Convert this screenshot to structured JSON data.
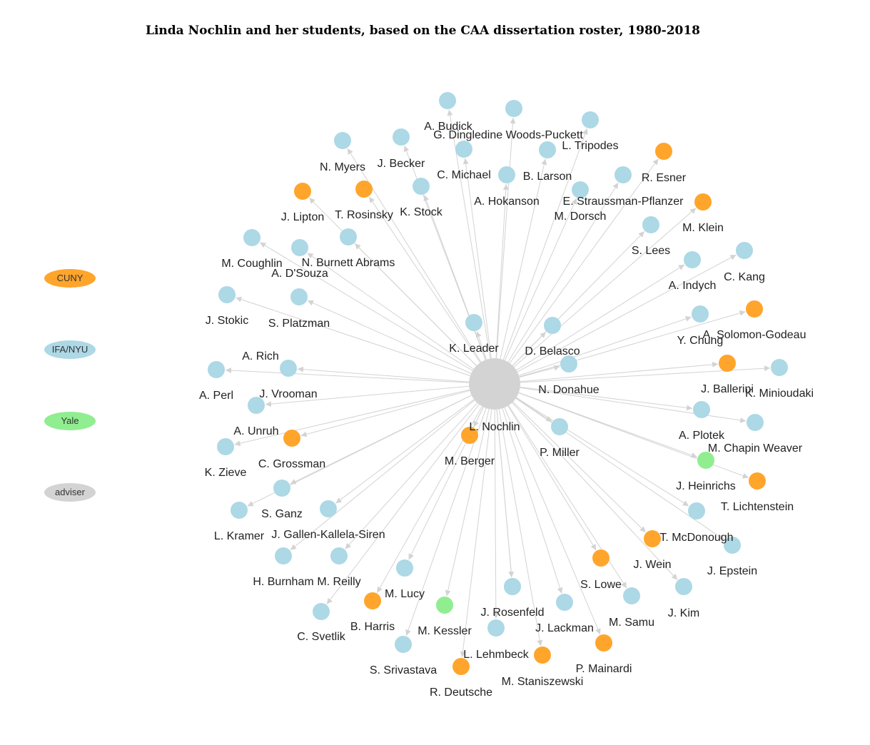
{
  "title": "Linda Nochlin and her students, based on the CAA dissertation roster, 1980-2018",
  "colors": {
    "CUNY": "#ffa52c",
    "IFA/NYU": "#add8e6",
    "Yale": "#90ee90",
    "adviser": "#d3d3d3",
    "edge": "#d3d3d3"
  },
  "legend": [
    {
      "label": "CUNY",
      "group": "CUNY"
    },
    {
      "label": "IFA/NYU",
      "group": "IFA/NYU"
    },
    {
      "label": "Yale",
      "group": "Yale"
    },
    {
      "label": "adviser",
      "group": "adviser"
    }
  ],
  "adviser": {
    "label": "L. Nochlin",
    "group": "adviser"
  },
  "students": [
    {
      "label": "A. Budick",
      "group": "IFA/NYU"
    },
    {
      "label": "G. Dingledine Woods-Puckett",
      "group": "IFA/NYU"
    },
    {
      "label": "L. Tripodes",
      "group": "IFA/NYU"
    },
    {
      "label": "N. Myers",
      "group": "IFA/NYU"
    },
    {
      "label": "J. Becker",
      "group": "IFA/NYU"
    },
    {
      "label": "C. Michael",
      "group": "IFA/NYU"
    },
    {
      "label": "B. Larson",
      "group": "IFA/NYU"
    },
    {
      "label": "A. Hokanson",
      "group": "IFA/NYU"
    },
    {
      "label": "E. Straussman-Pflanzer",
      "group": "IFA/NYU"
    },
    {
      "label": "M. Dorsch",
      "group": "IFA/NYU"
    },
    {
      "label": "R. Esner",
      "group": "CUNY"
    },
    {
      "label": "J. Lipton",
      "group": "CUNY"
    },
    {
      "label": "T. Rosinsky",
      "group": "CUNY"
    },
    {
      "label": "K. Stock",
      "group": "IFA/NYU"
    },
    {
      "label": "M. Klein",
      "group": "CUNY"
    },
    {
      "label": "S. Lees",
      "group": "IFA/NYU"
    },
    {
      "label": "M. Coughlin",
      "group": "IFA/NYU"
    },
    {
      "label": "A. D'Souza",
      "group": "IFA/NYU"
    },
    {
      "label": "N. Burnett Abrams",
      "group": "IFA/NYU"
    },
    {
      "label": "A. Indych",
      "group": "IFA/NYU"
    },
    {
      "label": "C. Kang",
      "group": "IFA/NYU"
    },
    {
      "label": "J. Stokic",
      "group": "IFA/NYU"
    },
    {
      "label": "S. Platzman",
      "group": "IFA/NYU"
    },
    {
      "label": "K. Leader",
      "group": "IFA/NYU"
    },
    {
      "label": "D. Belasco",
      "group": "IFA/NYU"
    },
    {
      "label": "Y. Chung",
      "group": "IFA/NYU"
    },
    {
      "label": "A. Solomon-Godeau",
      "group": "CUNY"
    },
    {
      "label": "A. Rich",
      "group": "IFA/NYU"
    },
    {
      "label": "A. Perl",
      "group": "IFA/NYU"
    },
    {
      "label": "J. Vrooman",
      "group": "IFA/NYU"
    },
    {
      "label": "N. Donahue",
      "group": "IFA/NYU"
    },
    {
      "label": "J. Ballerini",
      "group": "CUNY"
    },
    {
      "label": "K. Minioudaki",
      "group": "IFA/NYU"
    },
    {
      "label": "A. Unruh",
      "group": "IFA/NYU"
    },
    {
      "label": "C. Grossman",
      "group": "CUNY"
    },
    {
      "label": "K. Zieve",
      "group": "IFA/NYU"
    },
    {
      "label": "M. Berger",
      "group": "CUNY"
    },
    {
      "label": "P. Miller",
      "group": "IFA/NYU"
    },
    {
      "label": "A. Plotek",
      "group": "IFA/NYU"
    },
    {
      "label": "M. Chapin Weaver",
      "group": "IFA/NYU"
    },
    {
      "label": "J. Heinrichs",
      "group": "Yale"
    },
    {
      "label": "T. Lichtenstein",
      "group": "CUNY"
    },
    {
      "label": "S. Ganz",
      "group": "IFA/NYU"
    },
    {
      "label": "L. Kramer",
      "group": "IFA/NYU"
    },
    {
      "label": "J. Gallen-Kallela-Siren",
      "group": "IFA/NYU"
    },
    {
      "label": "T. McDonough",
      "group": "IFA/NYU"
    },
    {
      "label": "J. Epstein",
      "group": "IFA/NYU"
    },
    {
      "label": "J. Wein",
      "group": "CUNY"
    },
    {
      "label": "H. Burnham",
      "group": "IFA/NYU"
    },
    {
      "label": "M. Reilly",
      "group": "IFA/NYU"
    },
    {
      "label": "S. Lowe",
      "group": "CUNY"
    },
    {
      "label": "J. Kim",
      "group": "IFA/NYU"
    },
    {
      "label": "M. Lucy",
      "group": "IFA/NYU"
    },
    {
      "label": "M. Samu",
      "group": "IFA/NYU"
    },
    {
      "label": "C. Svetlik",
      "group": "IFA/NYU"
    },
    {
      "label": "B. Harris",
      "group": "CUNY"
    },
    {
      "label": "M. Kessler",
      "group": "Yale"
    },
    {
      "label": "J. Rosenfeld",
      "group": "IFA/NYU"
    },
    {
      "label": "J. Lackman",
      "group": "IFA/NYU"
    },
    {
      "label": "S. Srivastava",
      "group": "IFA/NYU"
    },
    {
      "label": "L. Lehmbeck",
      "group": "IFA/NYU"
    },
    {
      "label": "M. Staniszewski",
      "group": "CUNY"
    },
    {
      "label": "P. Mainardi",
      "group": "CUNY"
    },
    {
      "label": "R. Deutsche",
      "group": "CUNY"
    }
  ]
}
